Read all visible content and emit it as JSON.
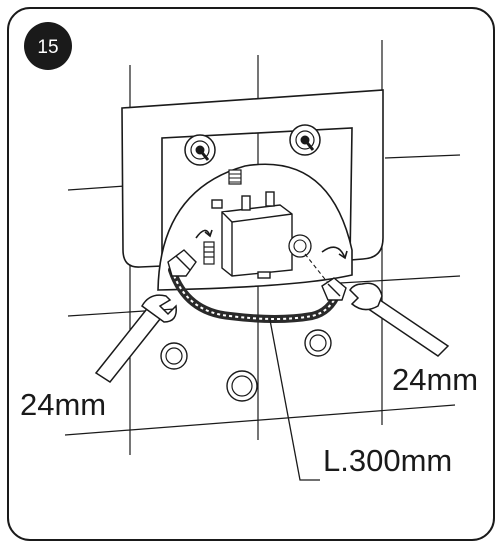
{
  "step": {
    "number": "15"
  },
  "labels": {
    "left_wrench_size": "24mm",
    "right_wrench_size": "24mm",
    "hose_length": "L.300mm"
  },
  "colors": {
    "line": "#1a1a1a",
    "badge": "#1a1a1a",
    "hose": "#2a2a2a",
    "background": "#ffffff"
  }
}
